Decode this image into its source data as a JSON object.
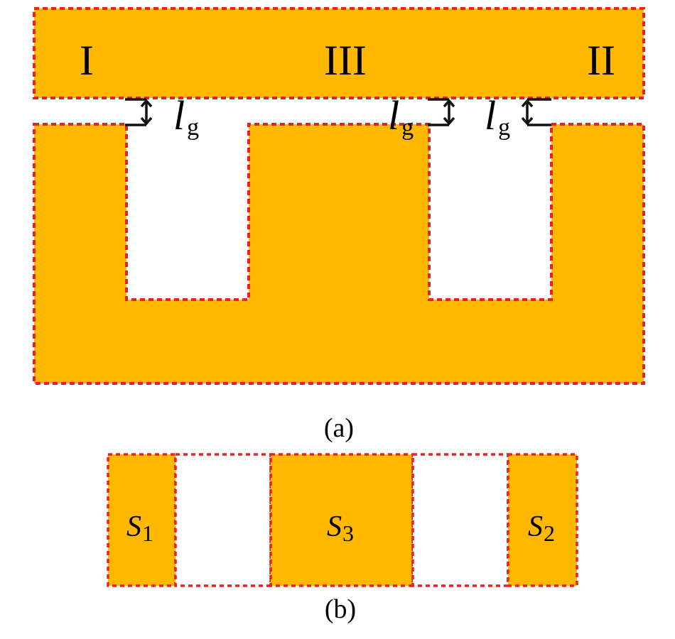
{
  "colors": {
    "core_fill": "#FFB800",
    "border": "#E8202A",
    "arrow": "#111111",
    "background": "#FFFFFF"
  },
  "part_a": {
    "region_labels": {
      "left": "I",
      "middle": "III",
      "right": "II"
    },
    "gap_symbol": "l",
    "gap_subscript": "g",
    "caption": "(a)"
  },
  "part_b": {
    "sections": [
      {
        "symbol": "S",
        "subscript": "1",
        "filled": true
      },
      {
        "filled": false
      },
      {
        "symbol": "S",
        "subscript": "3",
        "filled": true
      },
      {
        "filled": false
      },
      {
        "symbol": "S",
        "subscript": "2",
        "filled": true
      }
    ],
    "caption": "(b)"
  }
}
